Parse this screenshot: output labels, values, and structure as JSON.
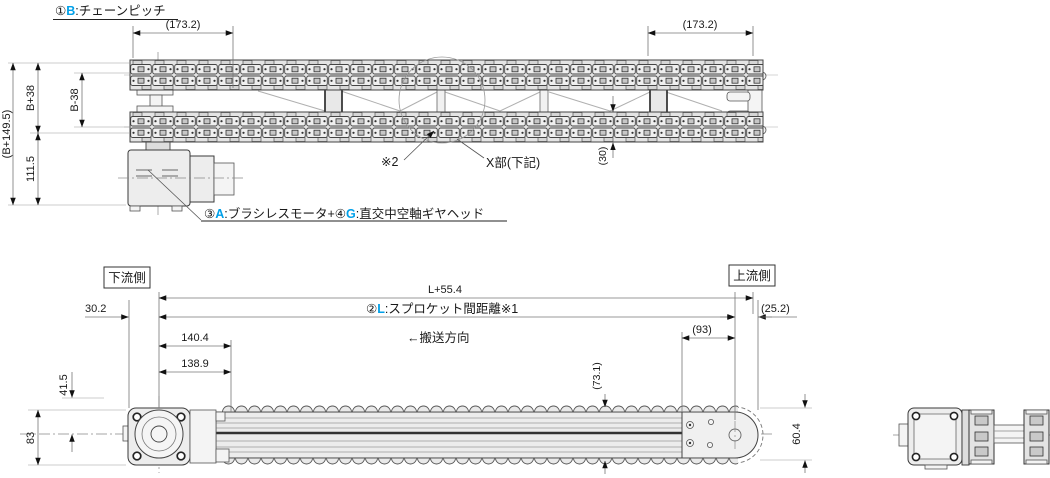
{
  "colors": {
    "accent": "#00a0e9"
  },
  "top_view": {
    "chain_pitch_label": {
      "num": "①",
      "key": "B",
      "rest": ":チェーンピッチ"
    },
    "motor_label": {
      "num1": "③",
      "key1": "A",
      "mid": ":ブラシレスモータ+",
      "num2": "④",
      "key2": "G",
      "rest": ":直交中空軸ギヤヘッド"
    },
    "note2": "※2",
    "x_detail": "X部(下記)",
    "dims": {
      "pitch_left": "(173.2)",
      "pitch_right": "(173.2)",
      "overall_width": "(B+149.5)",
      "outer_width": "B+38",
      "inner_width": "B-38",
      "motor_drop": "111.5",
      "chain_width": "(30)"
    }
  },
  "side_view": {
    "downstream": "下流側",
    "upstream": "上流側",
    "conveying_direction": "←搬送方向",
    "sprocket_label": {
      "num": "②",
      "key": "L",
      "rest": ":スプロケット間距離※1"
    },
    "dims": {
      "total_length": "L+55.4",
      "left_offset": "30.2",
      "right_offset": "(25.2)",
      "len_140_4": "140.4",
      "len_138_9": "138.9",
      "end_plate_len": "(93)",
      "frame_height": "(73.1)",
      "drive_top": "41.5",
      "drive_height": "83",
      "end_height": "60.4"
    }
  }
}
